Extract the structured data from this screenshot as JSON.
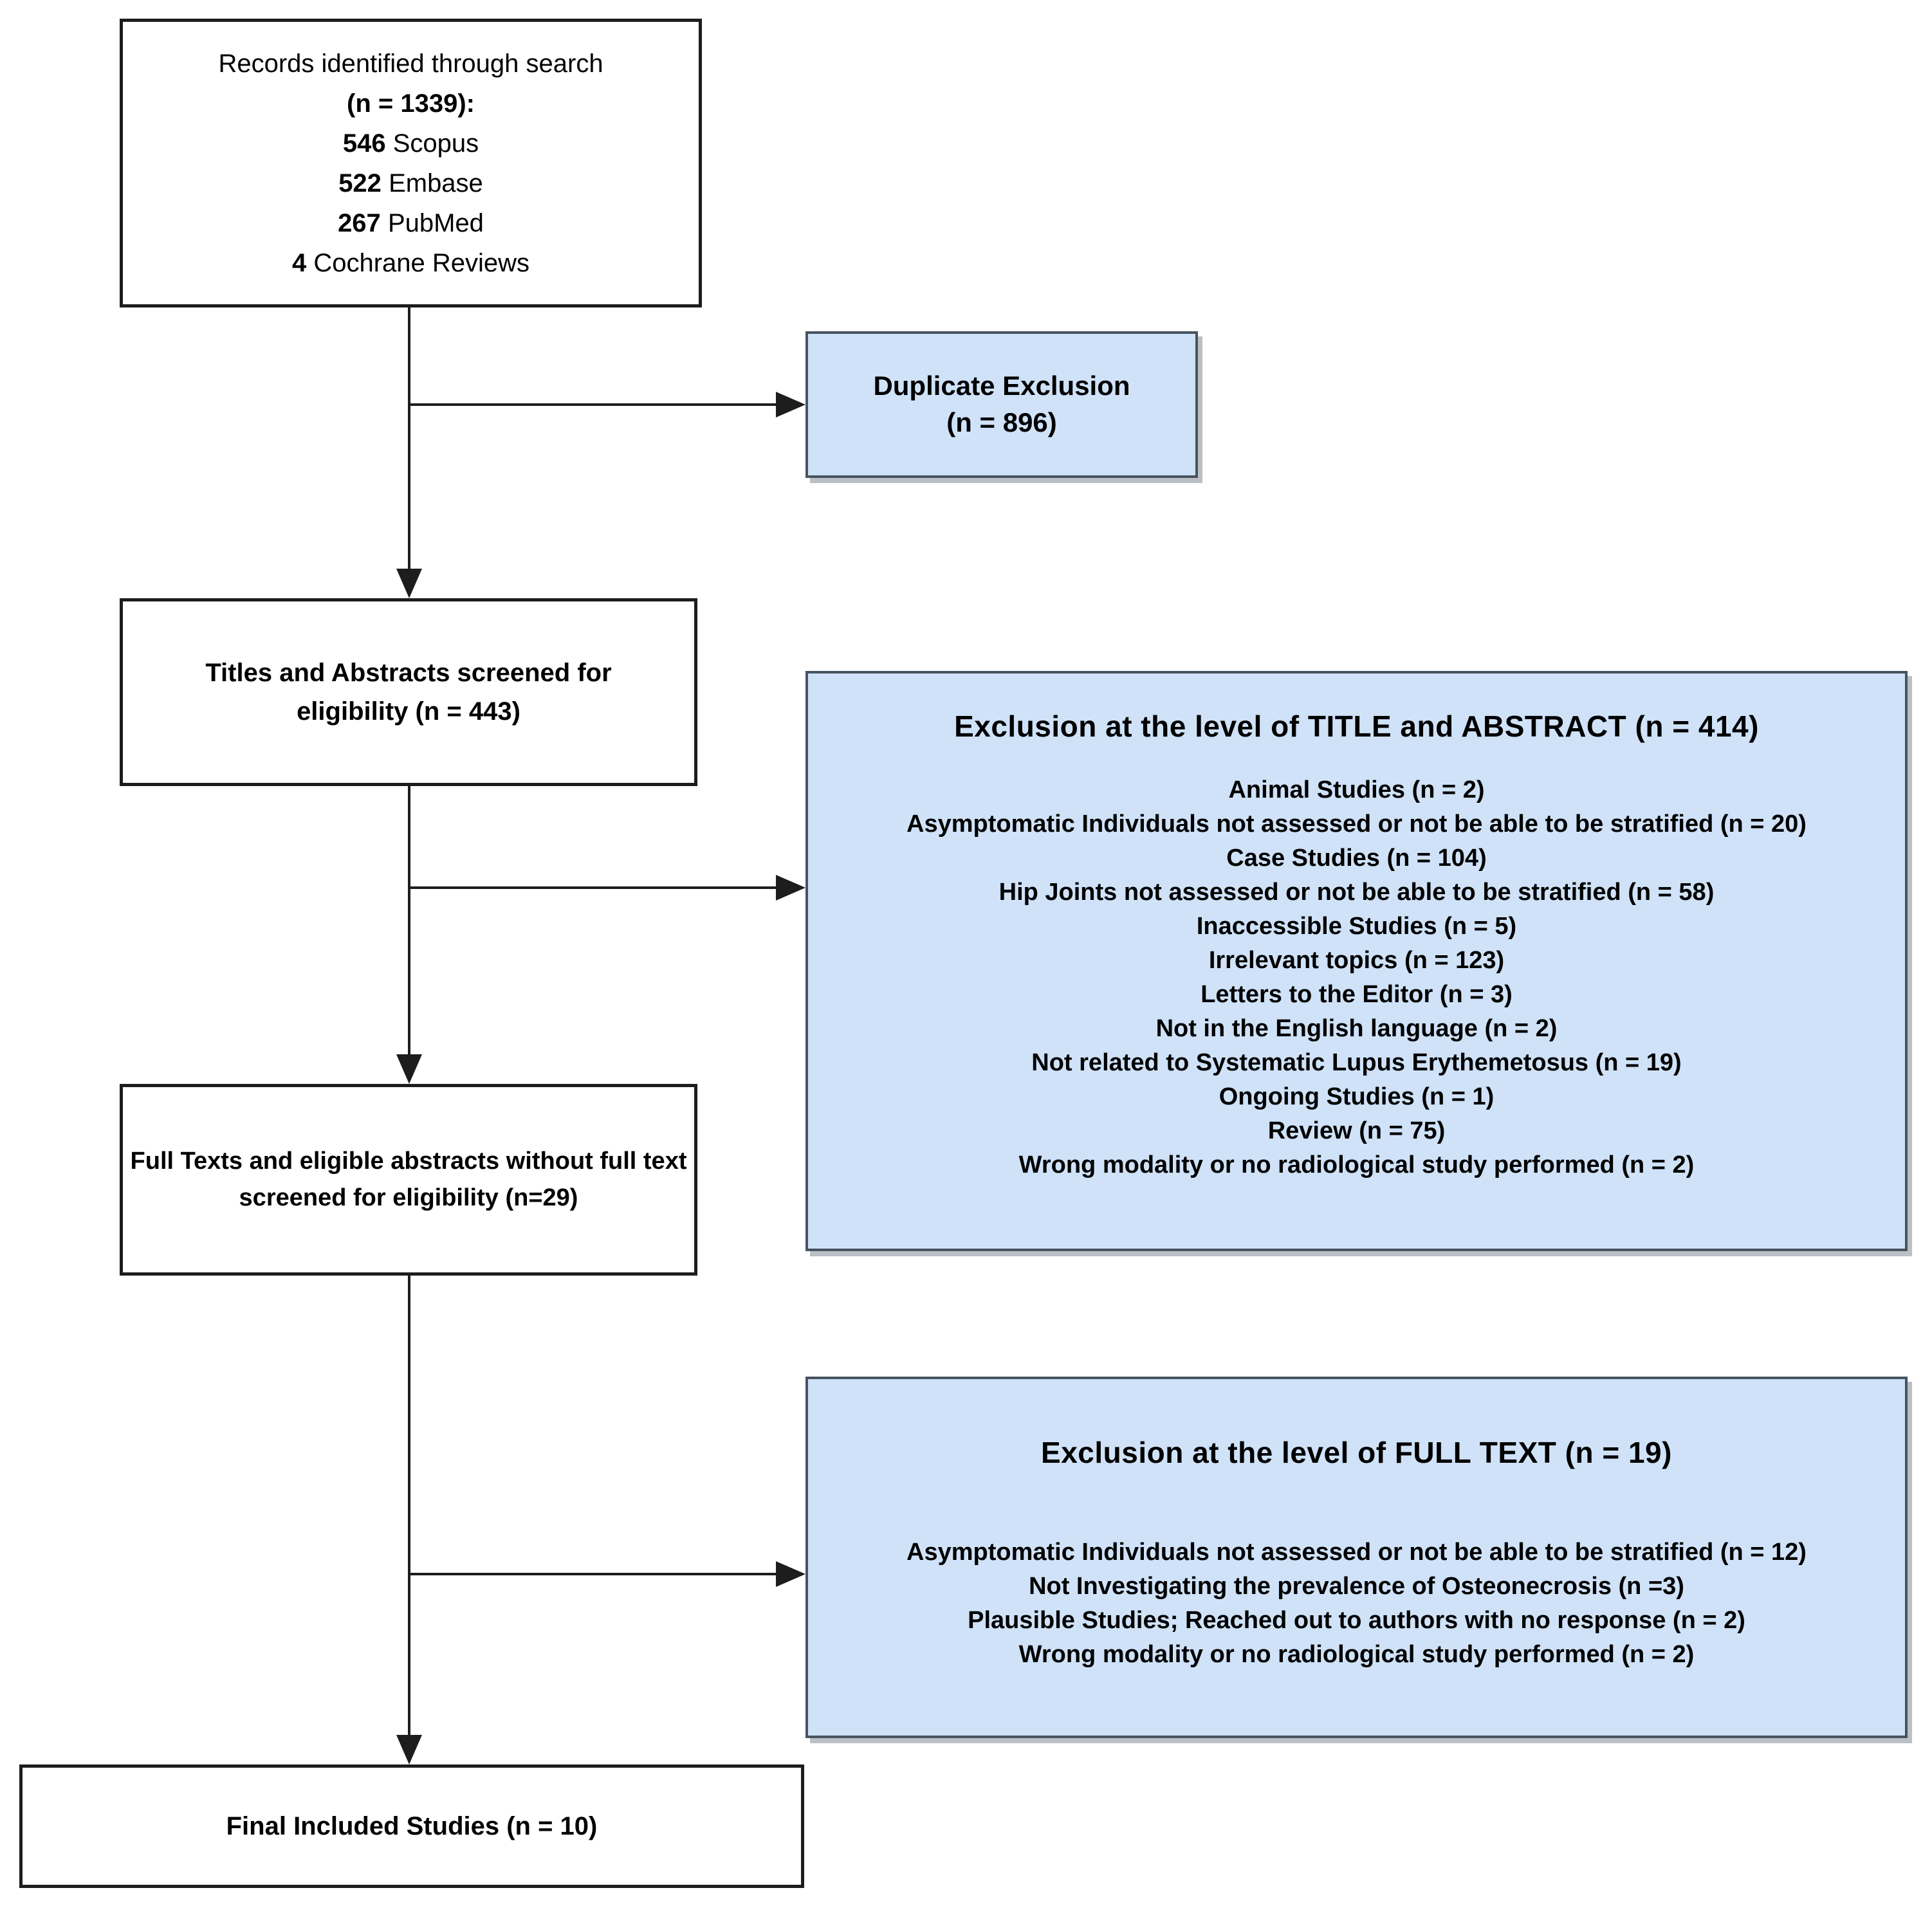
{
  "colors": {
    "exclusion_box_fill": "#cfe2f8",
    "exclusion_box_border": "#47545f",
    "process_box_border": "#1d1d1d",
    "arrow": "#1d1d1d"
  },
  "flow": {
    "records": {
      "title": "Records identified through search",
      "n_line": "(n = 1339):",
      "sources": [
        {
          "count": "546",
          "name": "Scopus"
        },
        {
          "count": "522",
          "name": "Embase"
        },
        {
          "count": "267",
          "name": "PubMed"
        },
        {
          "count": "4",
          "name": "Cochrane Reviews"
        }
      ]
    },
    "duplicate_exclusion": {
      "title": "Duplicate Exclusion",
      "count": "(n = 896)"
    },
    "screening": {
      "text": "Titles and Abstracts screened for eligibility (n = 443)"
    },
    "exclusion_title_abstract": {
      "title": "Exclusion at the level of TITLE and ABSTRACT (n = 414)",
      "items": [
        "Animal Studies (n = 2)",
        "Asymptomatic Individuals not assessed or not be able to be stratified (n = 20)",
        "Case Studies (n = 104)",
        "Hip Joints not assessed or not be able to be stratified (n = 58)",
        "Inaccessible Studies (n = 5)",
        "Irrelevant topics (n = 123)",
        "Letters to the Editor (n = 3)",
        "Not in the English language (n = 2)",
        "Not related to Systematic Lupus Erythemetosus (n = 19)",
        "Ongoing Studies (n = 1)",
        "Review (n = 75)",
        "Wrong modality or no radiological study performed (n = 2)"
      ]
    },
    "full_text_screening": {
      "text": "Full Texts and eligible abstracts without full text screened for eligibility (n=29)"
    },
    "exclusion_full_text": {
      "title": "Exclusion at the level of FULL TEXT (n = 19)",
      "items": [
        "Asymptomatic Individuals not assessed or not be able to be stratified (n = 12)",
        "Not Investigating the prevalence of Osteonecrosis (n =3)",
        "Plausible Studies; Reached out to authors with no response (n = 2)",
        "Wrong modality or no radiological study performed (n = 2)"
      ]
    },
    "final_included": {
      "text": "Final Included Studies (n = 10)"
    }
  }
}
